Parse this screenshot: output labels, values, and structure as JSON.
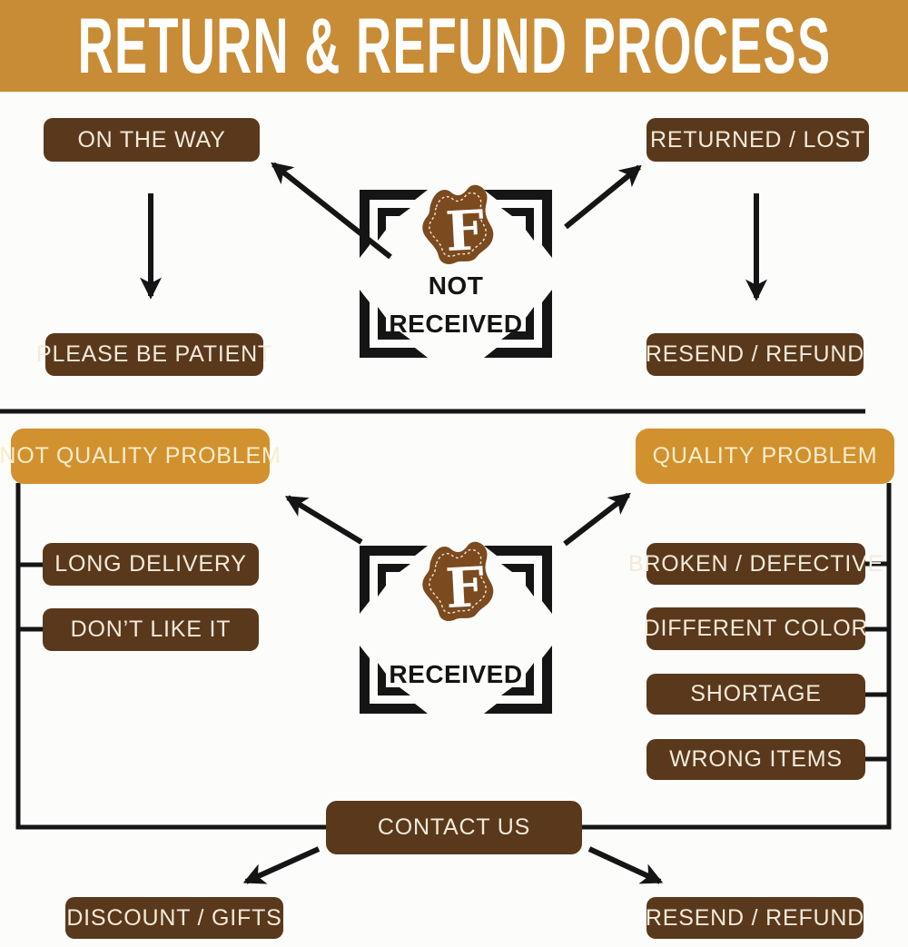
{
  "title": "RETURN & REFUND PROCESS",
  "brand": {
    "logo_letter": "F"
  },
  "colors": {
    "banner_orange": "#C88C36",
    "box_brown": "#5A381C",
    "box_orange": "#D2912F",
    "box_text_cream": "#F2EADB",
    "hide_brown": "#7B4A1F",
    "line_black": "#151515"
  },
  "not_received_flow": {
    "center_line1": "NOT",
    "center_line2": "RECEIVED",
    "on_the_way": "ON THE WAY",
    "please_be_patient": "PLEASE BE PATIENT",
    "returned_lost": "RETURNED / LOST",
    "resend_refund": "RESEND / REFUND"
  },
  "received_flow": {
    "center": "RECEIVED",
    "not_quality_problem": "NOT QUALITY PROBLEM",
    "quality_problem": "QUALITY PROBLEM",
    "left_reasons": [
      "LONG DELIVERY",
      "DON’T LIKE IT"
    ],
    "right_reasons": [
      "BROKEN / DEFECTIVE",
      "DIFFERENT COLOR",
      "SHORTAGE",
      "WRONG ITEMS"
    ],
    "contact_us": "CONTACT US",
    "discount_gifts": "DISCOUNT / GIFTS",
    "resend_refund": "RESEND / REFUND"
  }
}
